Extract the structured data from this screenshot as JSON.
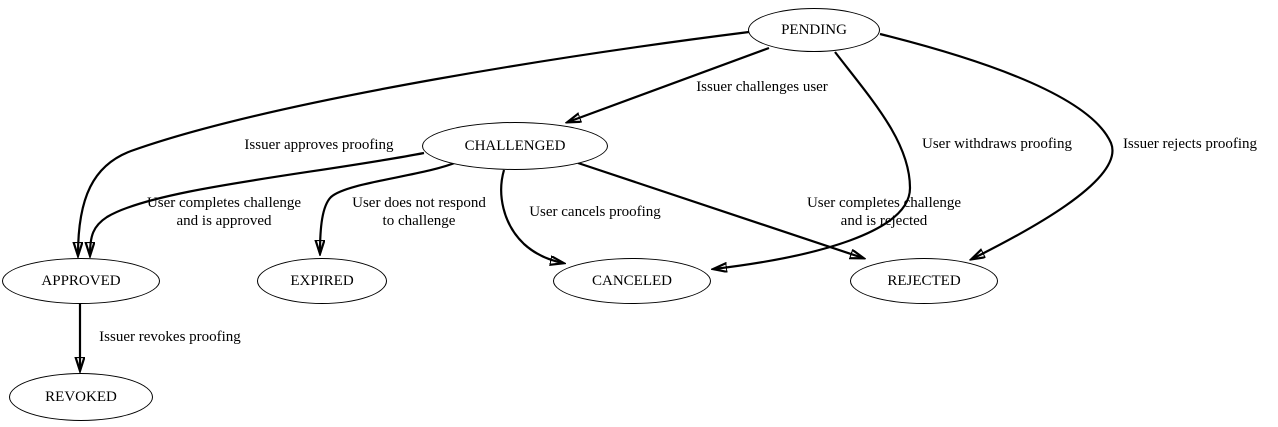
{
  "diagram": {
    "type": "state-machine",
    "background_color": "#ffffff",
    "stroke_color": "#000000",
    "text_color": "#000000",
    "nodes": {
      "pending": {
        "label": "PENDING"
      },
      "challenged": {
        "label": "CHALLENGED"
      },
      "approved": {
        "label": "APPROVED"
      },
      "expired": {
        "label": "EXPIRED"
      },
      "canceled": {
        "label": "CANCELED"
      },
      "rejected": {
        "label": "REJECTED"
      },
      "revoked": {
        "label": "REVOKED"
      }
    },
    "edges": {
      "pending_challenged": {
        "from": "PENDING",
        "to": "CHALLENGED",
        "label": "Issuer challenges user"
      },
      "pending_approved": {
        "from": "PENDING",
        "to": "APPROVED",
        "label": "Issuer approves proofing"
      },
      "pending_canceled": {
        "from": "PENDING",
        "to": "CANCELED",
        "label": "User withdraws proofing"
      },
      "pending_rejected": {
        "from": "PENDING",
        "to": "REJECTED",
        "label": "Issuer rejects proofing"
      },
      "challenged_approved": {
        "from": "CHALLENGED",
        "to": "APPROVED",
        "label": "User completes challenge\nand is approved"
      },
      "challenged_expired": {
        "from": "CHALLENGED",
        "to": "EXPIRED",
        "label": "User does not respond\nto challenge"
      },
      "challenged_canceled": {
        "from": "CHALLENGED",
        "to": "CANCELED",
        "label": "User cancels proofing"
      },
      "challenged_rejected": {
        "from": "CHALLENGED",
        "to": "REJECTED",
        "label": "User completes challenge\nand is rejected"
      },
      "approved_revoked": {
        "from": "APPROVED",
        "to": "REVOKED",
        "label": "Issuer revokes proofing"
      }
    }
  }
}
